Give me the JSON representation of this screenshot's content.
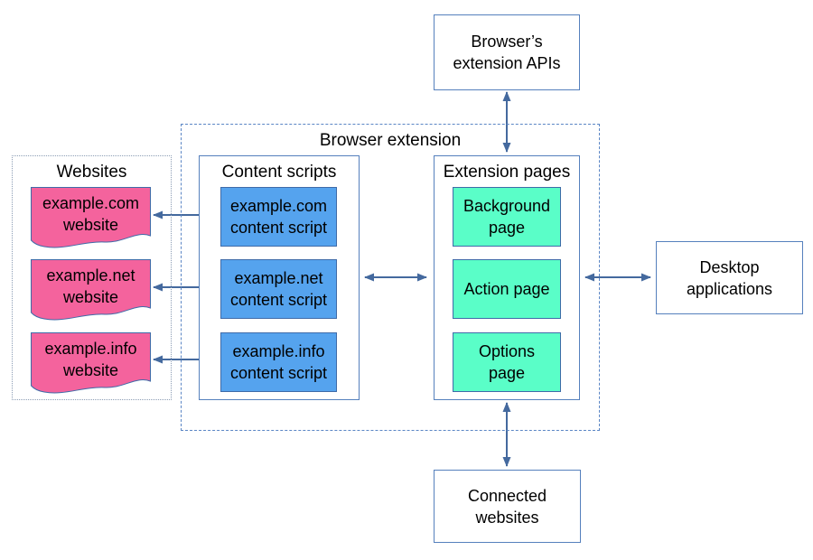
{
  "colors": {
    "website_fill": "#f4639d",
    "content_script_fill": "#55a3ee",
    "page_fill": "#5afec8",
    "shape_stroke": "#3f6ba8",
    "container_stroke": "#5580bd",
    "arrow": "#44699e",
    "websites_border": "#8c9db5",
    "extension_border": "#5b86c5"
  },
  "nodes": {
    "browser_apis": {
      "label": "Browser’s\nextension APIs"
    },
    "browser_extension": {
      "label": "Browser extension"
    },
    "websites": {
      "label": "Websites",
      "items": [
        {
          "label": "example.com\nwebsite"
        },
        {
          "label": "example.net\nwebsite"
        },
        {
          "label": "example.info\nwebsite"
        }
      ]
    },
    "content_scripts": {
      "label": "Content scripts",
      "items": [
        {
          "label": "example.com\ncontent script"
        },
        {
          "label": "example.net\ncontent script"
        },
        {
          "label": "example.info\ncontent script"
        }
      ]
    },
    "extension_pages": {
      "label": "Extension pages",
      "items": [
        {
          "label": "Background\npage"
        },
        {
          "label": "Action page"
        },
        {
          "label": "Options\npage"
        }
      ]
    },
    "desktop_apps": {
      "label": "Desktop\napplications"
    },
    "connected_websites": {
      "label": "Connected\nwebsites"
    }
  }
}
